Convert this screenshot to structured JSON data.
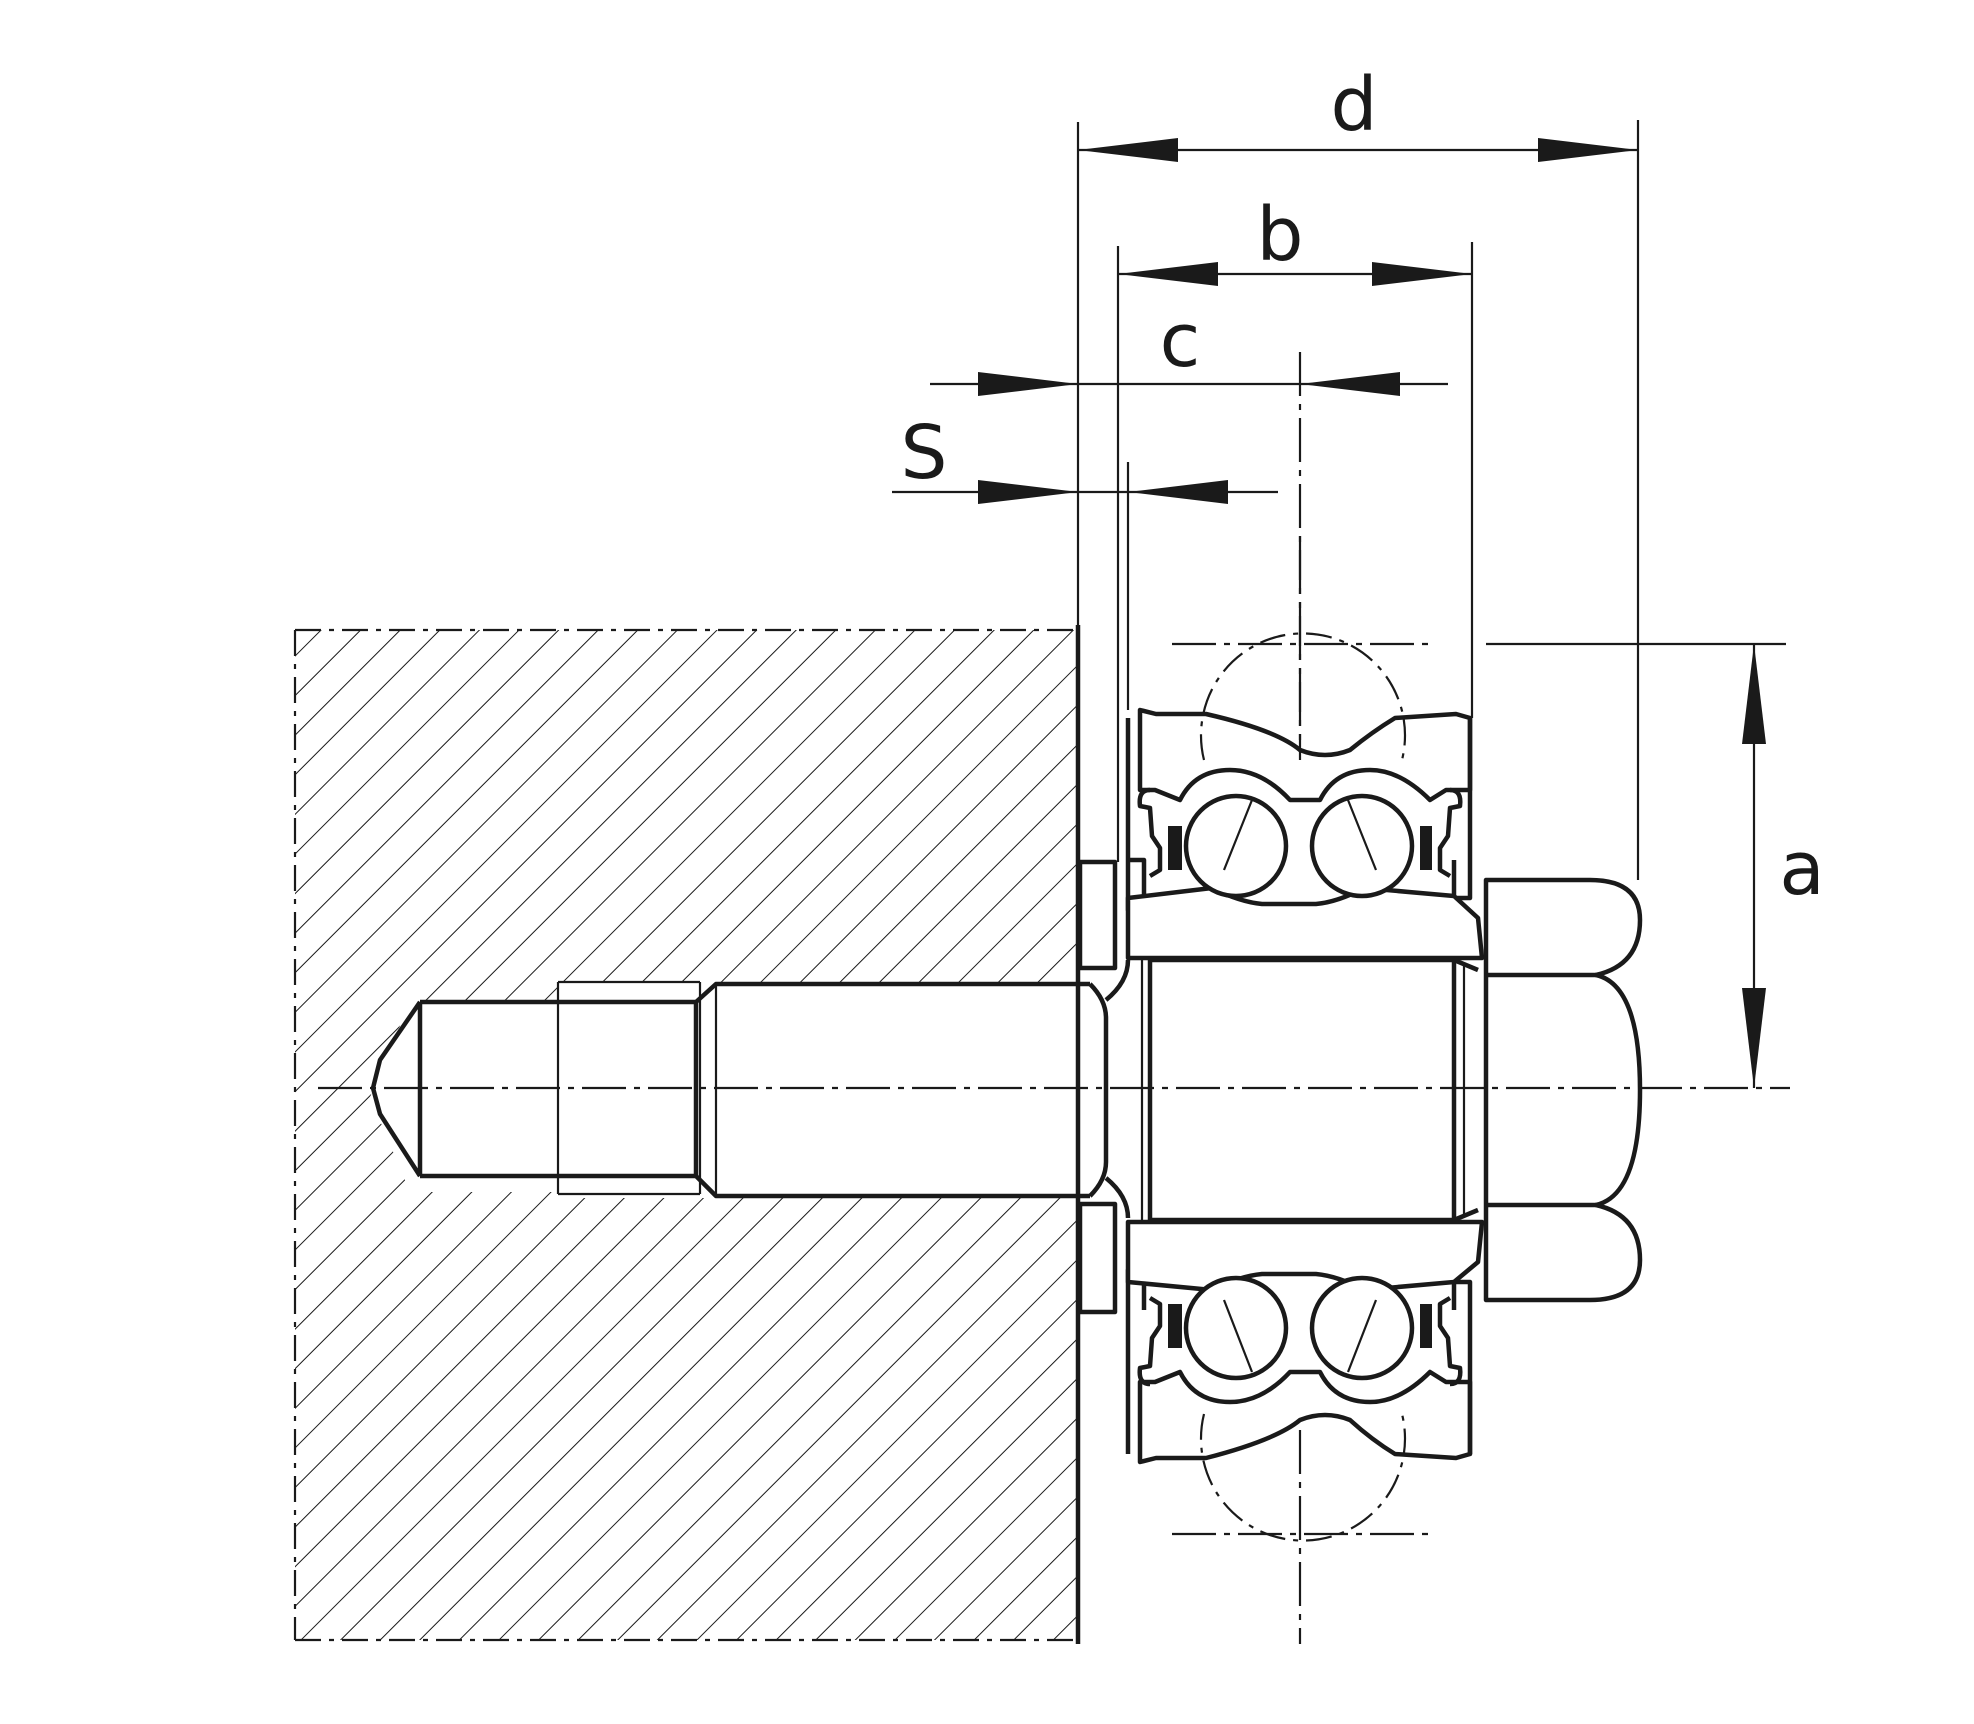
{
  "dimensions": {
    "d": "d",
    "b": "b",
    "c": "c",
    "s": "S",
    "a": "a"
  }
}
